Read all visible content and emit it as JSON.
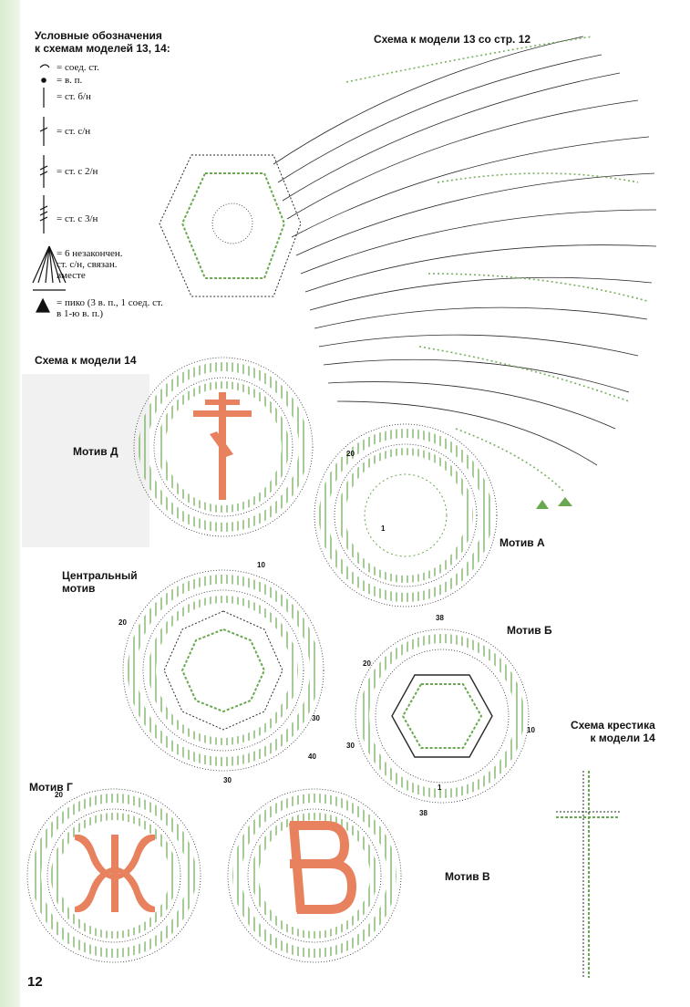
{
  "page_number": "12",
  "legend": {
    "title": "Условные обозначения\nк схемам моделей 13, 14:",
    "items": [
      {
        "icon": "slip-stitch-symbol",
        "label": "= соед. ст."
      },
      {
        "icon": "chain-symbol",
        "label": "= в. п."
      },
      {
        "icon": "sc-symbol",
        "label": "= ст. б/н"
      },
      {
        "icon": "dc-symbol",
        "label": "= ст. с/н"
      },
      {
        "icon": "tr-symbol",
        "label": "= ст. с 2/н"
      },
      {
        "icon": "dtr-symbol",
        "label": "= ст. с 3/н"
      },
      {
        "icon": "cluster-symbol",
        "label": "= 6 незакончен.\nст. с/н, связан.\nвместе"
      },
      {
        "icon": "picot-symbol",
        "label": "= пико (3 в. п., 1 соед. ст.\nв 1-ю в. п.)"
      }
    ]
  },
  "headings": {
    "model13": "Схема к модели 13 со стр. 12",
    "model14": "Схема к модели 14",
    "cross": "Схема крестика\nк модели 14"
  },
  "motifs": {
    "d": "Мотив Д",
    "a": "Мотив А",
    "central": "Центральный\nмотив",
    "b": "Мотив Б",
    "g": "Мотив Г",
    "v": "Мотив В"
  },
  "row_numbers": [
    "20",
    "10",
    "1",
    "38",
    "20",
    "30",
    "40",
    "10",
    "20",
    "30",
    "1",
    "38",
    "20",
    "30"
  ],
  "colors": {
    "green": "#6aa84f",
    "dark": "#1a1a1a",
    "salmon": "#e8825e"
  }
}
